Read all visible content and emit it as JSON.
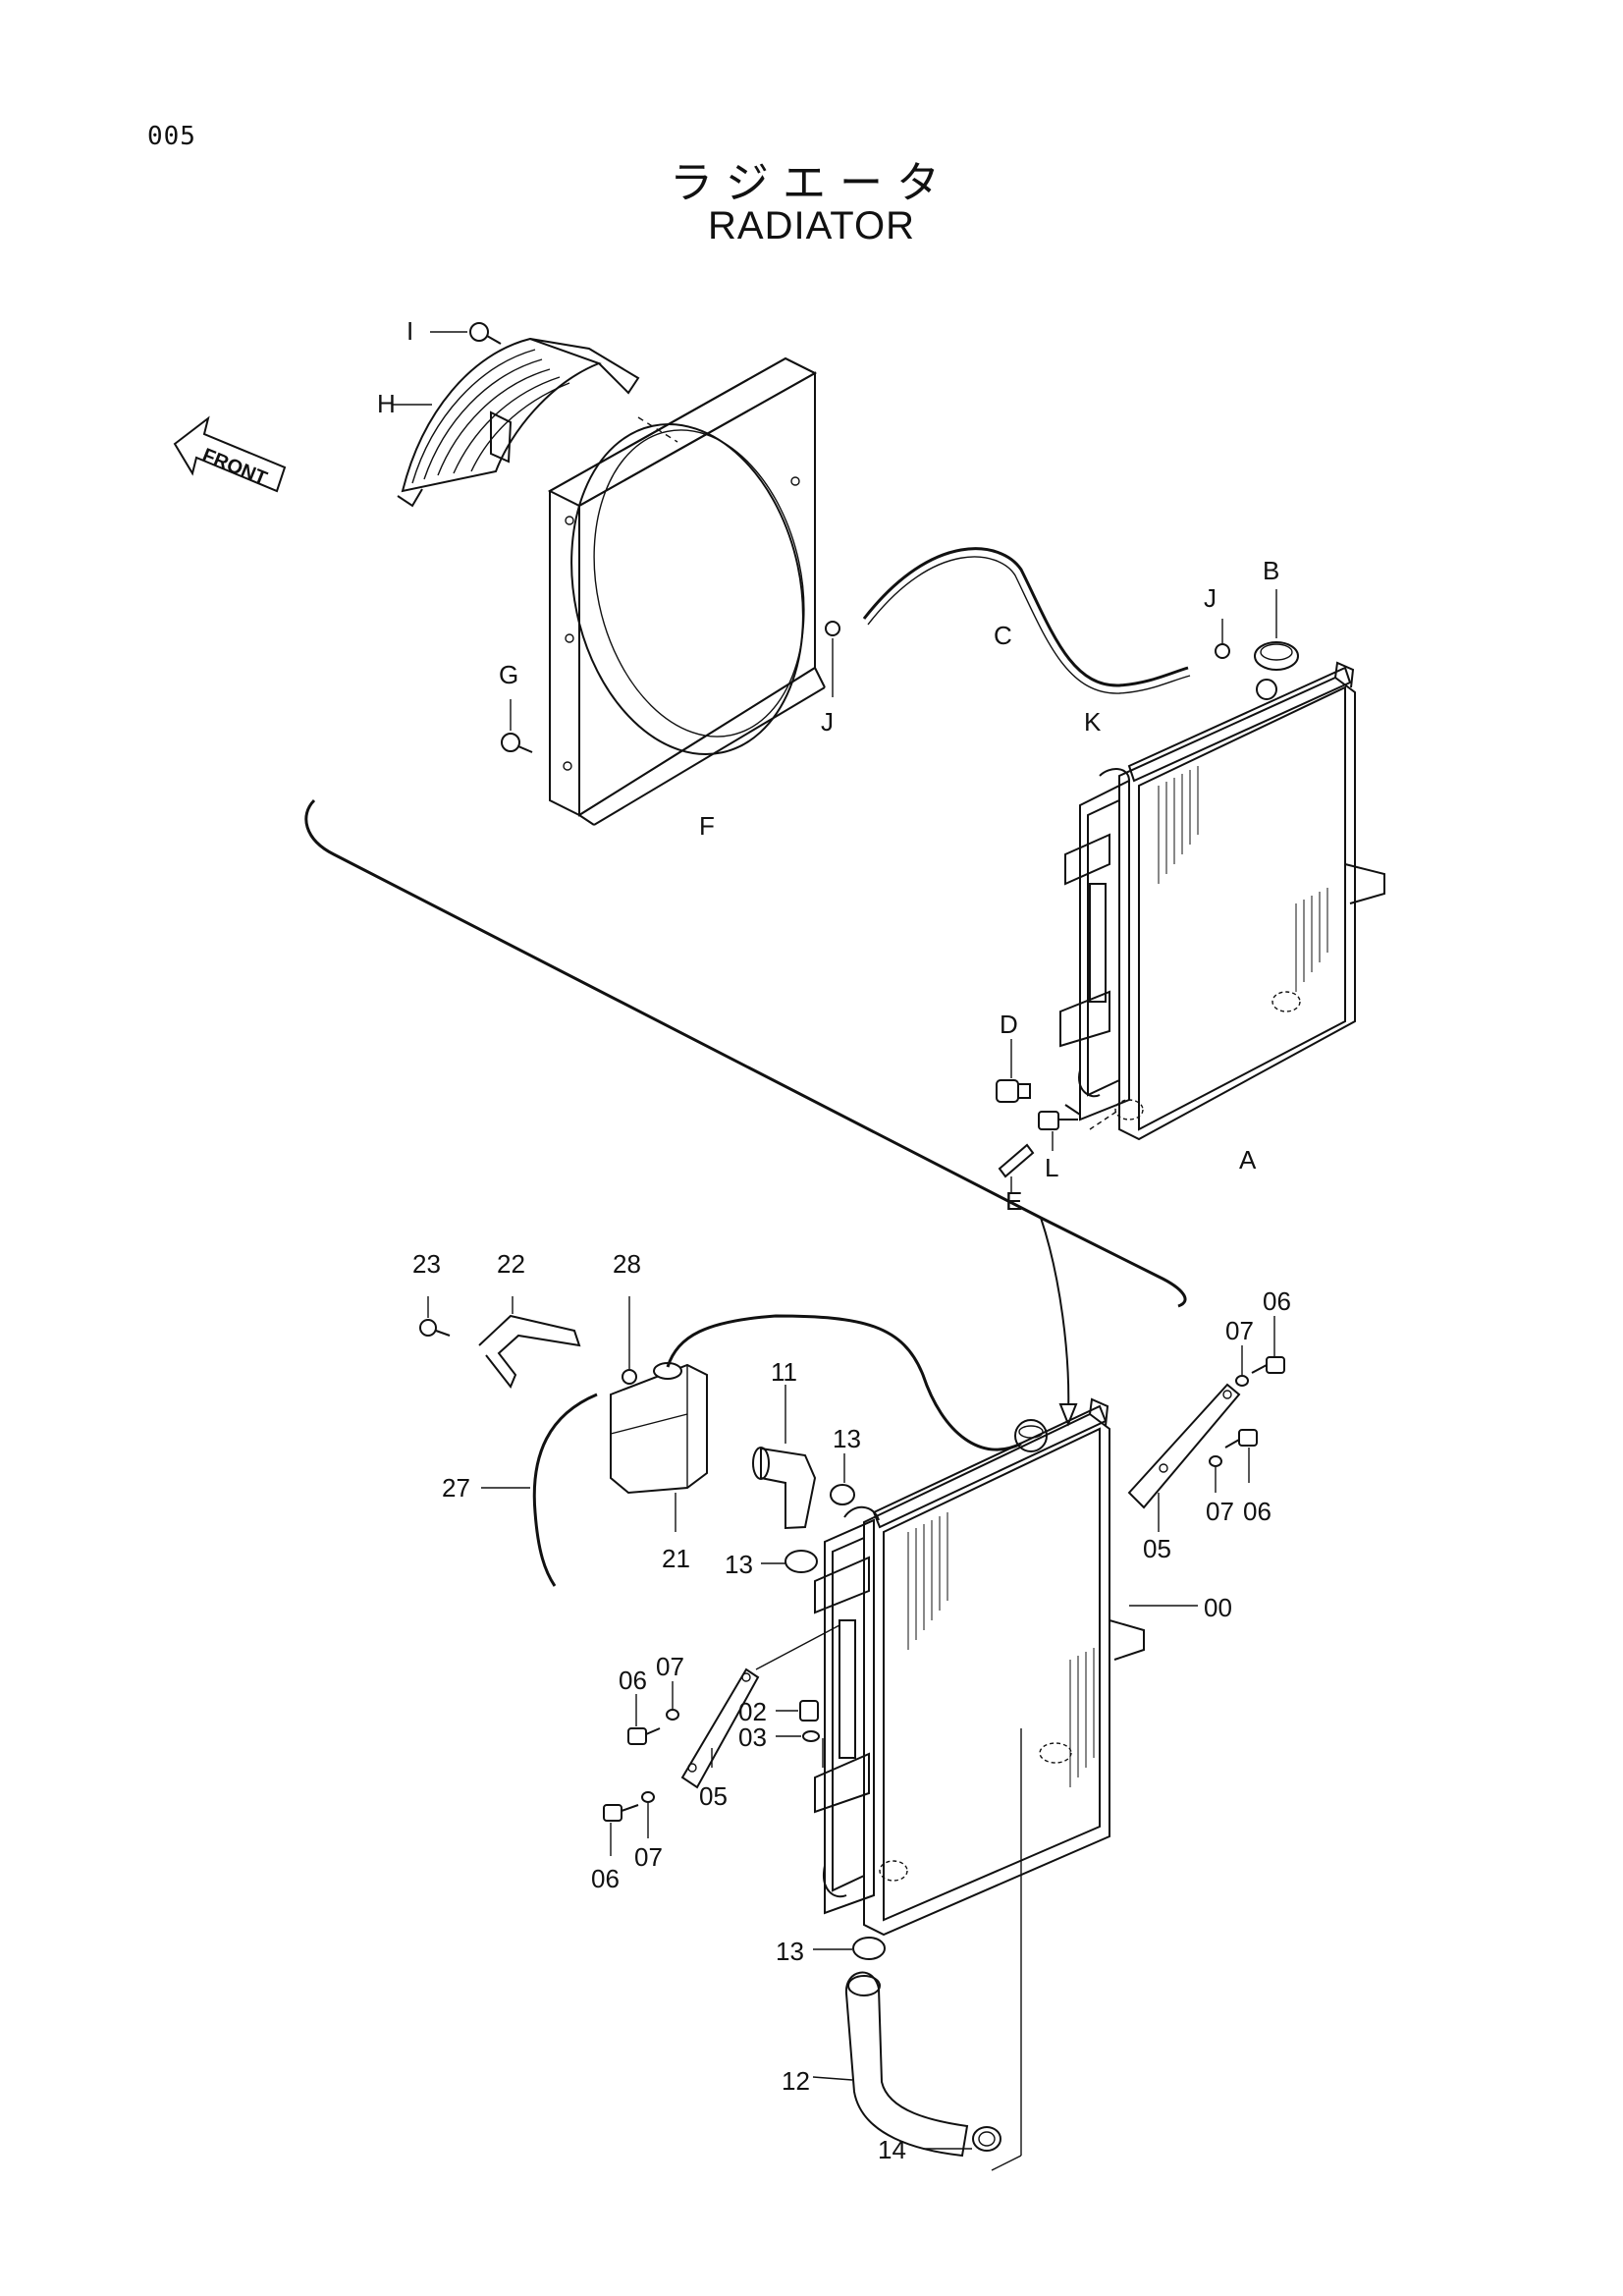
{
  "header": {
    "page_number": "005",
    "title_ja": "ラジエータ",
    "title_en": "RADIATOR"
  },
  "front_indicator": "FRONT",
  "labels": {
    "A": "A",
    "B": "B",
    "C": "C",
    "D": "D",
    "E": "E",
    "F": "F",
    "G": "G",
    "H": "H",
    "I": "I",
    "J": "J",
    "K": "K",
    "L": "L",
    "p00": "00",
    "p02": "02",
    "p03": "03",
    "p05": "05",
    "p06": "06",
    "p07": "07",
    "p11": "11",
    "p12": "12",
    "p13": "13",
    "p14": "14",
    "p21": "21",
    "p22": "22",
    "p23": "23",
    "p27": "27",
    "p28": "28"
  }
}
